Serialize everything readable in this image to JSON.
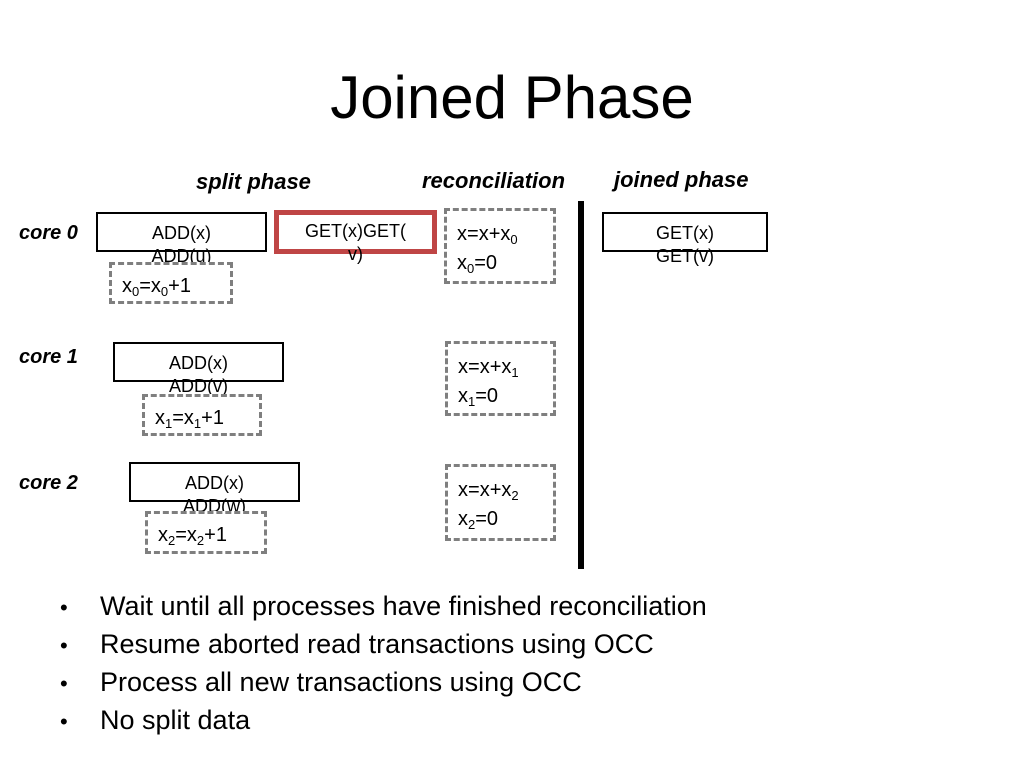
{
  "title": "Joined Phase",
  "headers": {
    "split": "split phase",
    "reconciliation": "reconciliation",
    "joined": "joined phase"
  },
  "cores": [
    {
      "label": "core 0",
      "ops": [
        "ADD(x)",
        "ADD(u)"
      ],
      "get_ops": "GET(x)GET(",
      "get_ops_wrap": "v)",
      "inc": {
        "v": "x",
        "sub": "0"
      },
      "rec": {
        "v": "x",
        "sub": "0"
      }
    },
    {
      "label": "core 1",
      "ops": [
        "ADD(x)",
        "ADD(v)"
      ],
      "inc": {
        "v": "x",
        "sub": "1"
      },
      "rec": {
        "v": "x",
        "sub": "1"
      }
    },
    {
      "label": "core 2",
      "ops": [
        "ADD(x)",
        "ADD(w)"
      ],
      "inc": {
        "v": "x",
        "sub": "2"
      },
      "rec": {
        "v": "x",
        "sub": "2"
      }
    }
  ],
  "joined_ops": [
    "GET(x)",
    "GET(v)"
  ],
  "colors": {
    "aborted_border": "#bf4545",
    "dashed_border": "#7f7f7f"
  },
  "bullet_symbol": "•",
  "bullets": [
    "Wait until all processes have finished reconciliation",
    "Resume aborted read transactions using OCC",
    "Process all new transactions using OCC",
    "No split data"
  ]
}
